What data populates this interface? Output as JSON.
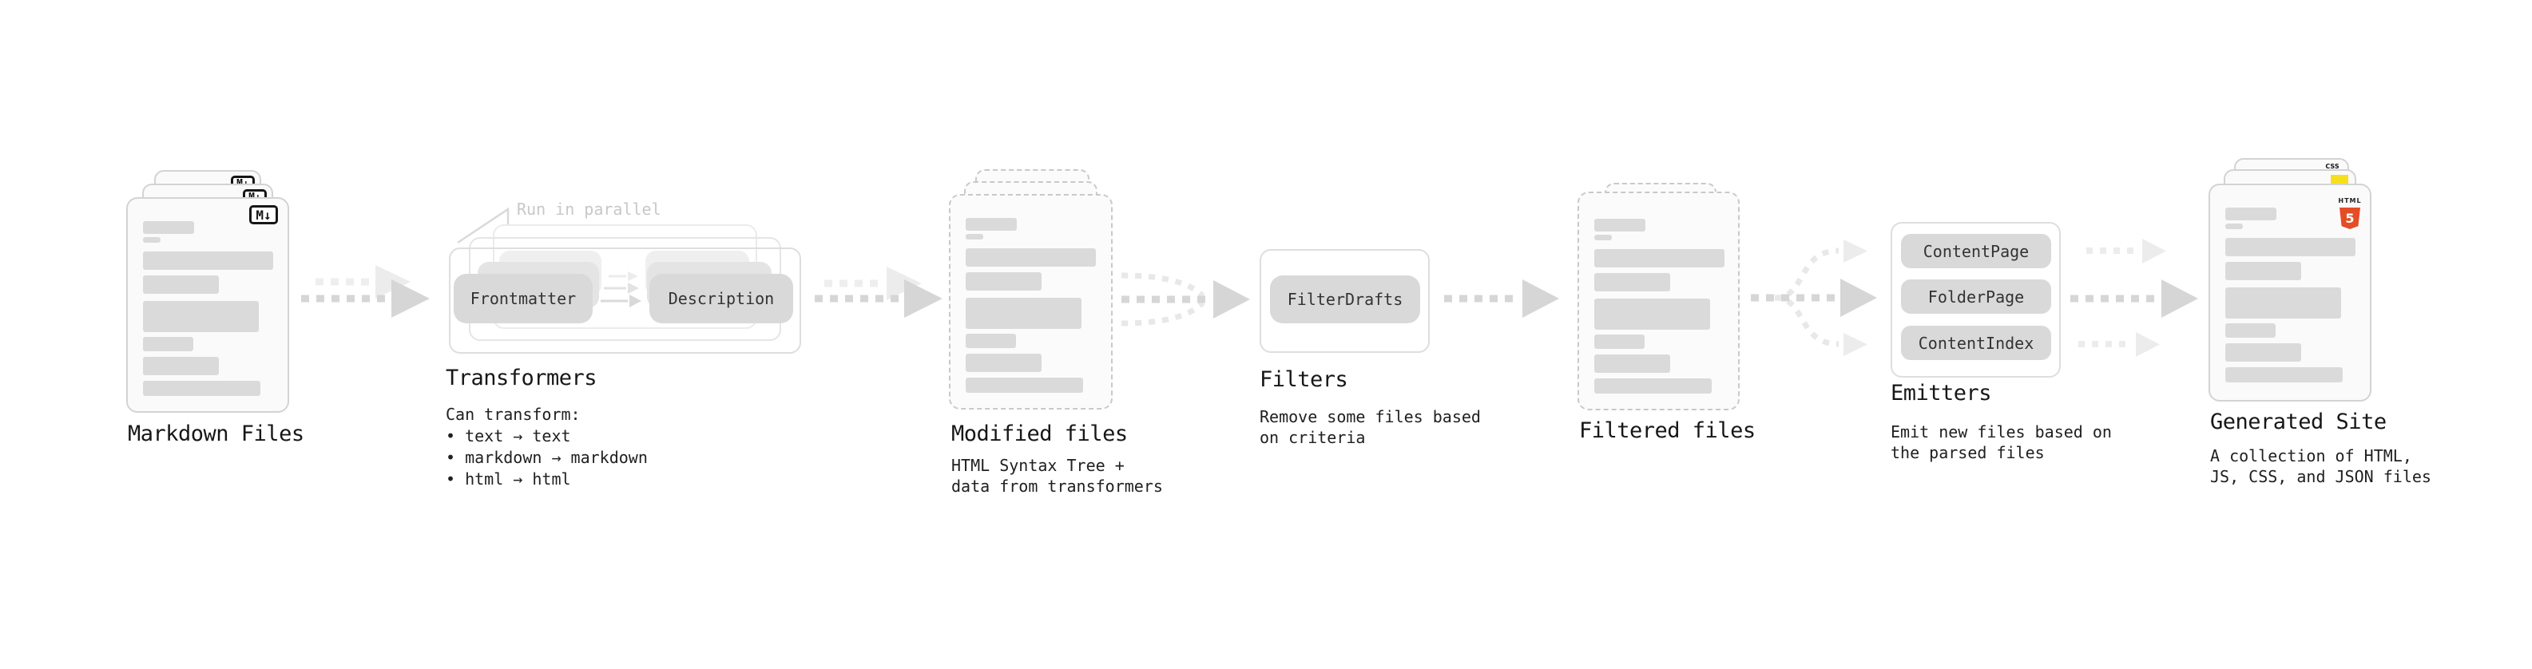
{
  "stages": {
    "markdown": {
      "title": "Markdown Files"
    },
    "transformers": {
      "title": "Transformers",
      "note": "Run in parallel",
      "source_pill": "Frontmatter",
      "target_pill": "Description",
      "body": "Can transform:\n • text → text\n • markdown → markdown\n • html → html"
    },
    "modified": {
      "title": "Modified files",
      "body": "HTML Syntax Tree +\ndata from transformers"
    },
    "filters": {
      "title": "Filters",
      "pill": "FilterDrafts",
      "body": "Remove some files based\non criteria"
    },
    "filtered": {
      "title": "Filtered files"
    },
    "emitters": {
      "title": "Emitters",
      "pills": [
        "ContentPage",
        "FolderPage",
        "ContentIndex"
      ],
      "body": "Emit new files based on\nthe parsed files"
    },
    "site": {
      "title": "Generated Site",
      "body": "A collection of HTML,\nJS, CSS, and JSON files"
    }
  },
  "icons": {
    "markdown": "M↓",
    "css_label": "CSS",
    "html_word": "HTML",
    "html_number": "5"
  },
  "colors": {
    "html5_orange": "#e44d26",
    "js_yellow": "#f7df1e",
    "css_blue": "#2b66e0",
    "arrow_gray": "#d6d6d6",
    "ghost_gray": "#ececec"
  }
}
